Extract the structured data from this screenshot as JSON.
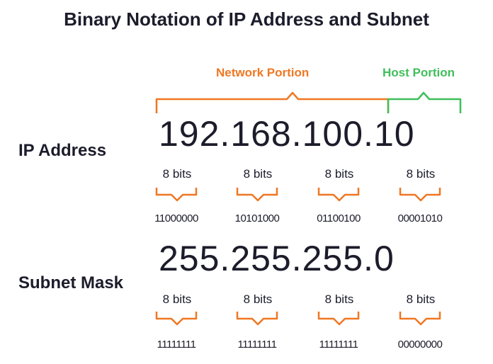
{
  "title": "Binary Notation of IP Address and Subnet",
  "portions": {
    "network": "Network Portion",
    "host": "Host Portion"
  },
  "ip": {
    "label": "IP Address",
    "value": "192.168.100.10",
    "octets": [
      {
        "bits_label": "8 bits",
        "binary": "11000000"
      },
      {
        "bits_label": "8 bits",
        "binary": "10101000"
      },
      {
        "bits_label": "8 bits",
        "binary": "01100100"
      },
      {
        "bits_label": "8 bits",
        "binary": "00001010"
      }
    ]
  },
  "mask": {
    "label": "Subnet Mask",
    "value": "255.255.255.0",
    "octets": [
      {
        "bits_label": "8 bits",
        "binary": "11111111"
      },
      {
        "bits_label": "8 bits",
        "binary": "11111111"
      },
      {
        "bits_label": "8 bits",
        "binary": "11111111"
      },
      {
        "bits_label": "8 bits",
        "binary": "00000000"
      }
    ]
  },
  "colors": {
    "network": "#f07722",
    "host": "#3fbf5a",
    "text": "#1c1c2b"
  }
}
